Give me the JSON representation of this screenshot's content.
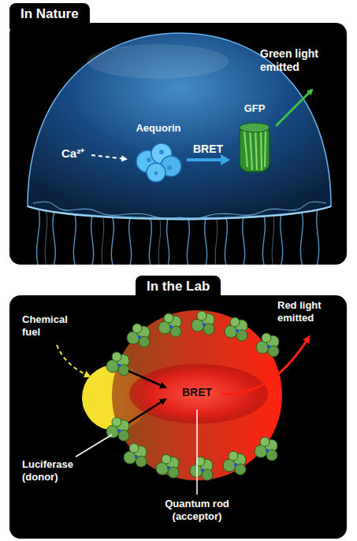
{
  "diagram": {
    "nodes": [
      {
        "text": [
          "In Nature"
        ]
      },
      {
        "text": [
          "Aequorin"
        ],
        "in": 0
      },
      {
        "text": [
          "GFP"
        ],
        "in": 0
      },
      {
        "text": [
          "In the Lab"
        ]
      }
    ],
    "edges": [
      {
        "from": 1,
        "to": 2,
        "label": "BRET",
        "arrow": "to"
      }
    ],
    "labels": [
      "Ca²⁺",
      "Green light emitted",
      "Chemical fuel",
      "BRET",
      "Red light emitted",
      "Luciferase (donor)",
      "Quantum rod (acceptor)"
    ]
  }
}
